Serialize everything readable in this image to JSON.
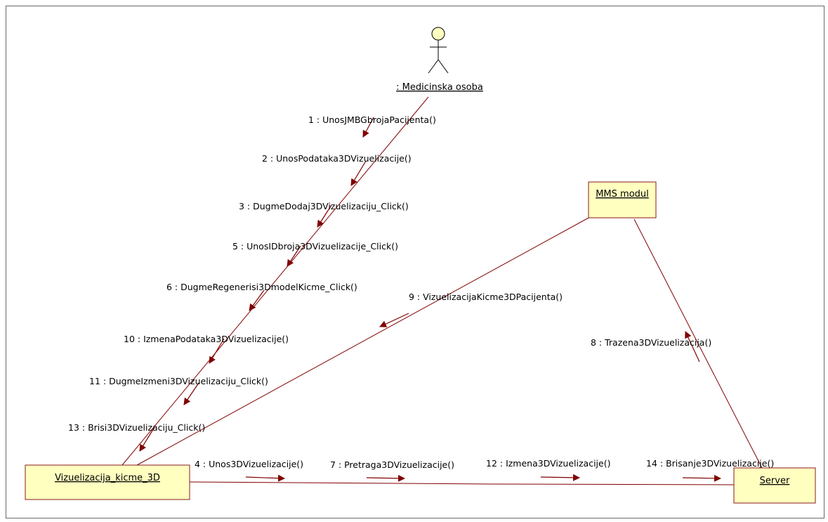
{
  "colors": {
    "box_fill": "#ffffc0",
    "box_stroke": "#8b1a1a",
    "link_stroke": "#800000",
    "arrow_fill": "#800000",
    "actor_head_fill": "#ffffc0",
    "actor_stroke": "#000000"
  },
  "actor": {
    "name": ": Medicinska osoba"
  },
  "nodes": {
    "mms": {
      "label": "MMS modul"
    },
    "viz": {
      "label": "Vizuelizacija_kicme_3D"
    },
    "server": {
      "label": "Server"
    }
  },
  "messages": [
    {
      "id": "m1",
      "label": "1 : UnosJMBGbrojaPacijenta()"
    },
    {
      "id": "m2",
      "label": "2 : UnosPodataka3DVizuelizacije()"
    },
    {
      "id": "m3",
      "label": "3 : DugmeDodaj3DVizuelizaciju_Click()"
    },
    {
      "id": "m5",
      "label": "5 : UnosIDbroja3DVizuelizacije_Click()"
    },
    {
      "id": "m6",
      "label": "6 : DugmeRegenerisi3DmodelKicme_Click()"
    },
    {
      "id": "m10",
      "label": "10 : IzmenaPodataka3DVizuelizacije()"
    },
    {
      "id": "m11",
      "label": "11 : DugmeIzmeni3DVizuelizaciju_Click()"
    },
    {
      "id": "m13",
      "label": "13 : Brisi3DVizuelizaciju_Click()"
    },
    {
      "id": "m9",
      "label": "9 : VizuelizacijaKicme3DPacijenta()"
    },
    {
      "id": "m8",
      "label": "8 : Trazena3DVizuelizacija()"
    },
    {
      "id": "m4",
      "label": "4 : Unos3DVizuelizacije()"
    },
    {
      "id": "m7",
      "label": "7 : Pretraga3DVizuelizacije()"
    },
    {
      "id": "m12",
      "label": "12 : Izmena3DVizuelizacije()"
    },
    {
      "id": "m14",
      "label": "14 : Brisanje3DVizuelizacije()"
    }
  ]
}
